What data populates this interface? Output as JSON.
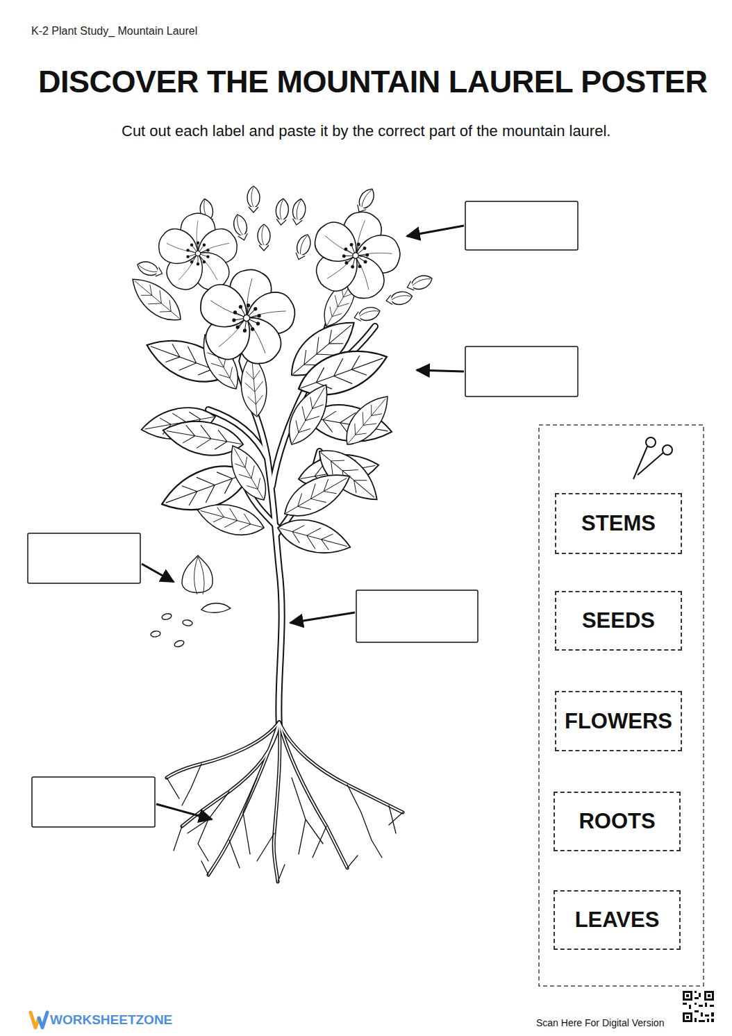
{
  "diagram": {
    "title": "DISCOVER THE MOUNTAIN LAUREL POSTER",
    "caption": "Cut out each label and paste it by the correct part of the mountain laurel.",
    "nodes": [
      {
        "text": [
          "STEMS"
        ]
      },
      {
        "text": [
          "SEEDS"
        ]
      },
      {
        "text": [
          "FLOWERS"
        ]
      },
      {
        "text": [
          "ROOTS"
        ]
      },
      {
        "text": [
          "LEAVES"
        ]
      }
    ],
    "labels": [
      "K-2 Plant Study_ Mountain Laurel",
      "WORKSHEETZONE",
      "Scan Here For Digital Version"
    ]
  }
}
